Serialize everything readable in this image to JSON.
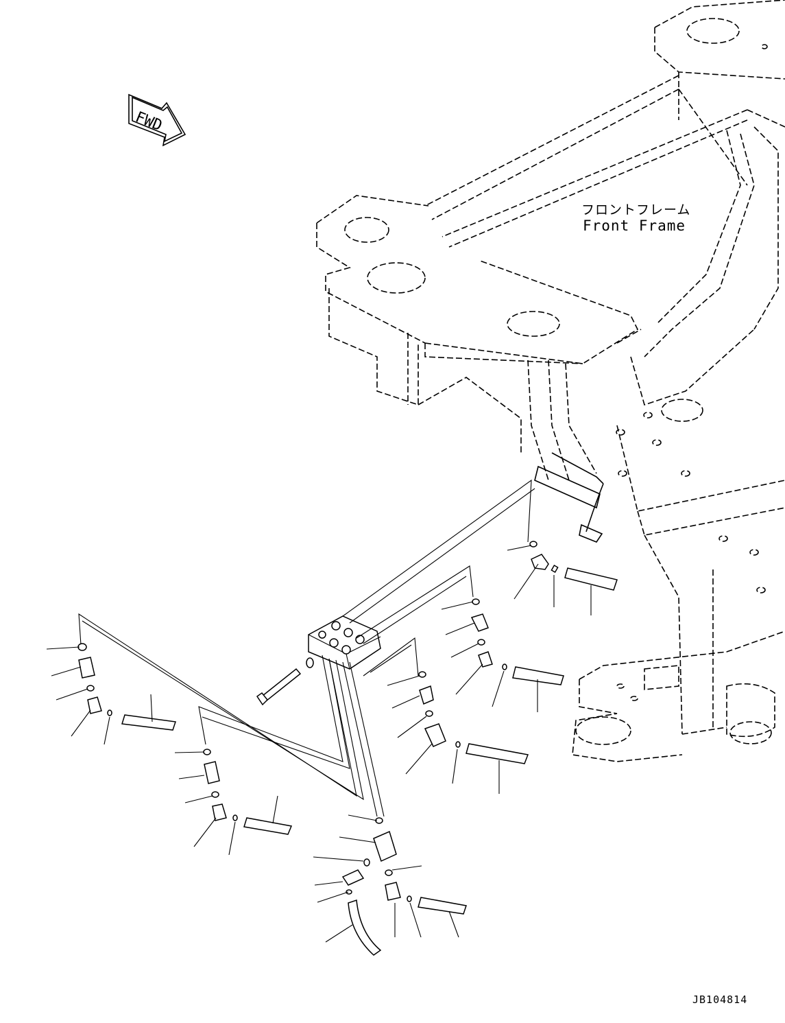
{
  "labels": {
    "frame_name_jp": "フロントフレーム",
    "frame_name_en": "Front Frame",
    "direction_tag": "FWD",
    "drawing_number": "JB104814"
  },
  "icons": {
    "direction": "fwd-arrow-icon"
  }
}
